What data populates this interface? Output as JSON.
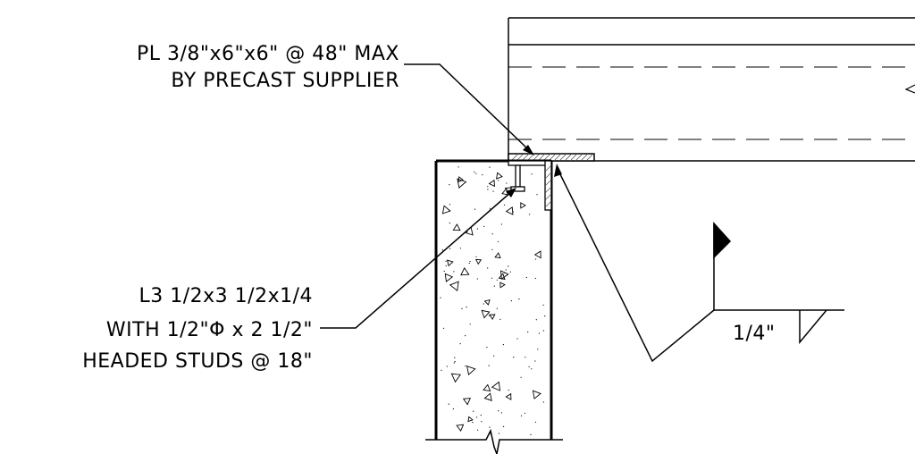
{
  "callouts": {
    "plate": {
      "line1": "PL 3/8\"x6\"x6\" @ 48\" MAX",
      "line2": "BY PRECAST SUPPLIER"
    },
    "angle": {
      "line1": "L3 1/2x3 1/2x1/4",
      "line2": "WITH 1/2\"Φ x 2 1/2\"",
      "line3": "HEADED STUDS @ 18\""
    },
    "weld": {
      "size": "1/4\""
    }
  },
  "colors": {
    "line": "#000000",
    "hatch": "#555555"
  }
}
